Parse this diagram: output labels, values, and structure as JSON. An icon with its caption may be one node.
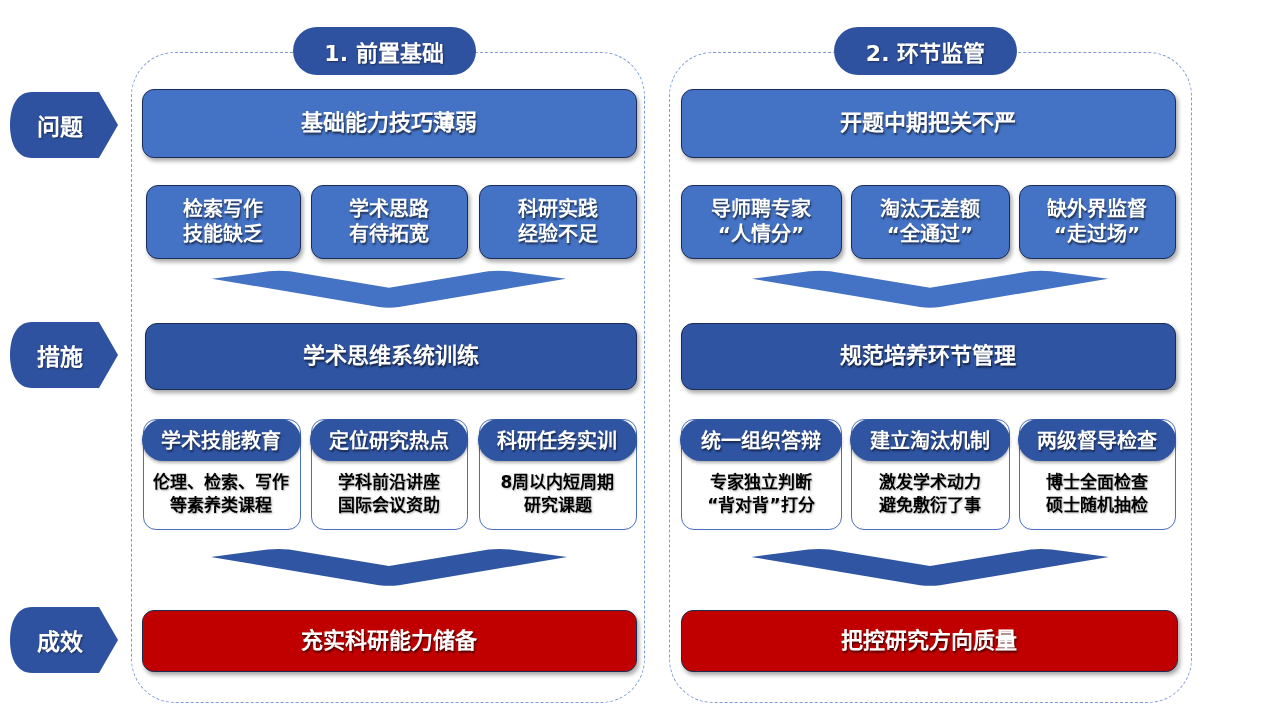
{
  "diagram": {
    "nodes": [
      {
        "text": [
          "问题"
        ]
      },
      {
        "text": [
          "措施"
        ]
      },
      {
        "text": [
          "成效"
        ]
      },
      {
        "text": [
          "1. 前置基础"
        ]
      },
      {
        "text": [
          "基础能力技巧薄弱"
        ],
        "in": 3
      },
      {
        "text": [
          "检索写作技能缺乏"
        ],
        "in": 3
      },
      {
        "text": [
          "学术思路有待拓宽"
        ],
        "in": 3
      },
      {
        "text": [
          "科研实践经验不足"
        ],
        "in": 3
      },
      {
        "text": [
          "学术思维系统训练"
        ],
        "in": 3
      },
      {
        "text": [
          "学术技能教育",
          "伦理、检索、写作等素养类课程"
        ],
        "in": 3
      },
      {
        "text": [
          "定位研究热点",
          "学科前沿讲座国际会议资助"
        ],
        "in": 3
      },
      {
        "text": [
          "科研任务实训",
          "8周以内短周期研究课题"
        ],
        "in": 3
      },
      {
        "text": [
          "充实科研能力储备"
        ],
        "in": 3
      },
      {
        "text": [
          "2. 环节监管"
        ]
      },
      {
        "text": [
          "开题中期把关不严"
        ],
        "in": 13
      },
      {
        "text": [
          "导师聘专家“人情分”"
        ],
        "in": 13
      },
      {
        "text": [
          "淘汰无差额“全通过”"
        ],
        "in": 13
      },
      {
        "text": [
          "缺外界监督“走过场”"
        ],
        "in": 13
      },
      {
        "text": [
          "规范培养环节管理"
        ],
        "in": 13
      },
      {
        "text": [
          "统一组织答辩",
          "专家独立判断“背对背”打分"
        ],
        "in": 13
      },
      {
        "text": [
          "建立淘汰机制",
          "激发学术动力避免敷衍了事"
        ],
        "in": 13
      },
      {
        "text": [
          "两级督导检查",
          "博士全面检查硕士随机抽检"
        ],
        "in": 13
      },
      {
        "text": [
          "把控研究方向质量"
        ],
        "in": 13
      }
    ],
    "edges": [
      {
        "from": 6,
        "to": 8,
        "arrow": "to",
        "color": "#4472c4"
      },
      {
        "from": 10,
        "to": 12,
        "arrow": "to"
      },
      {
        "from": 16,
        "to": 18,
        "arrow": "to",
        "color": "#4472c4"
      },
      {
        "from": 20,
        "to": 22,
        "arrow": "to"
      }
    ]
  }
}
